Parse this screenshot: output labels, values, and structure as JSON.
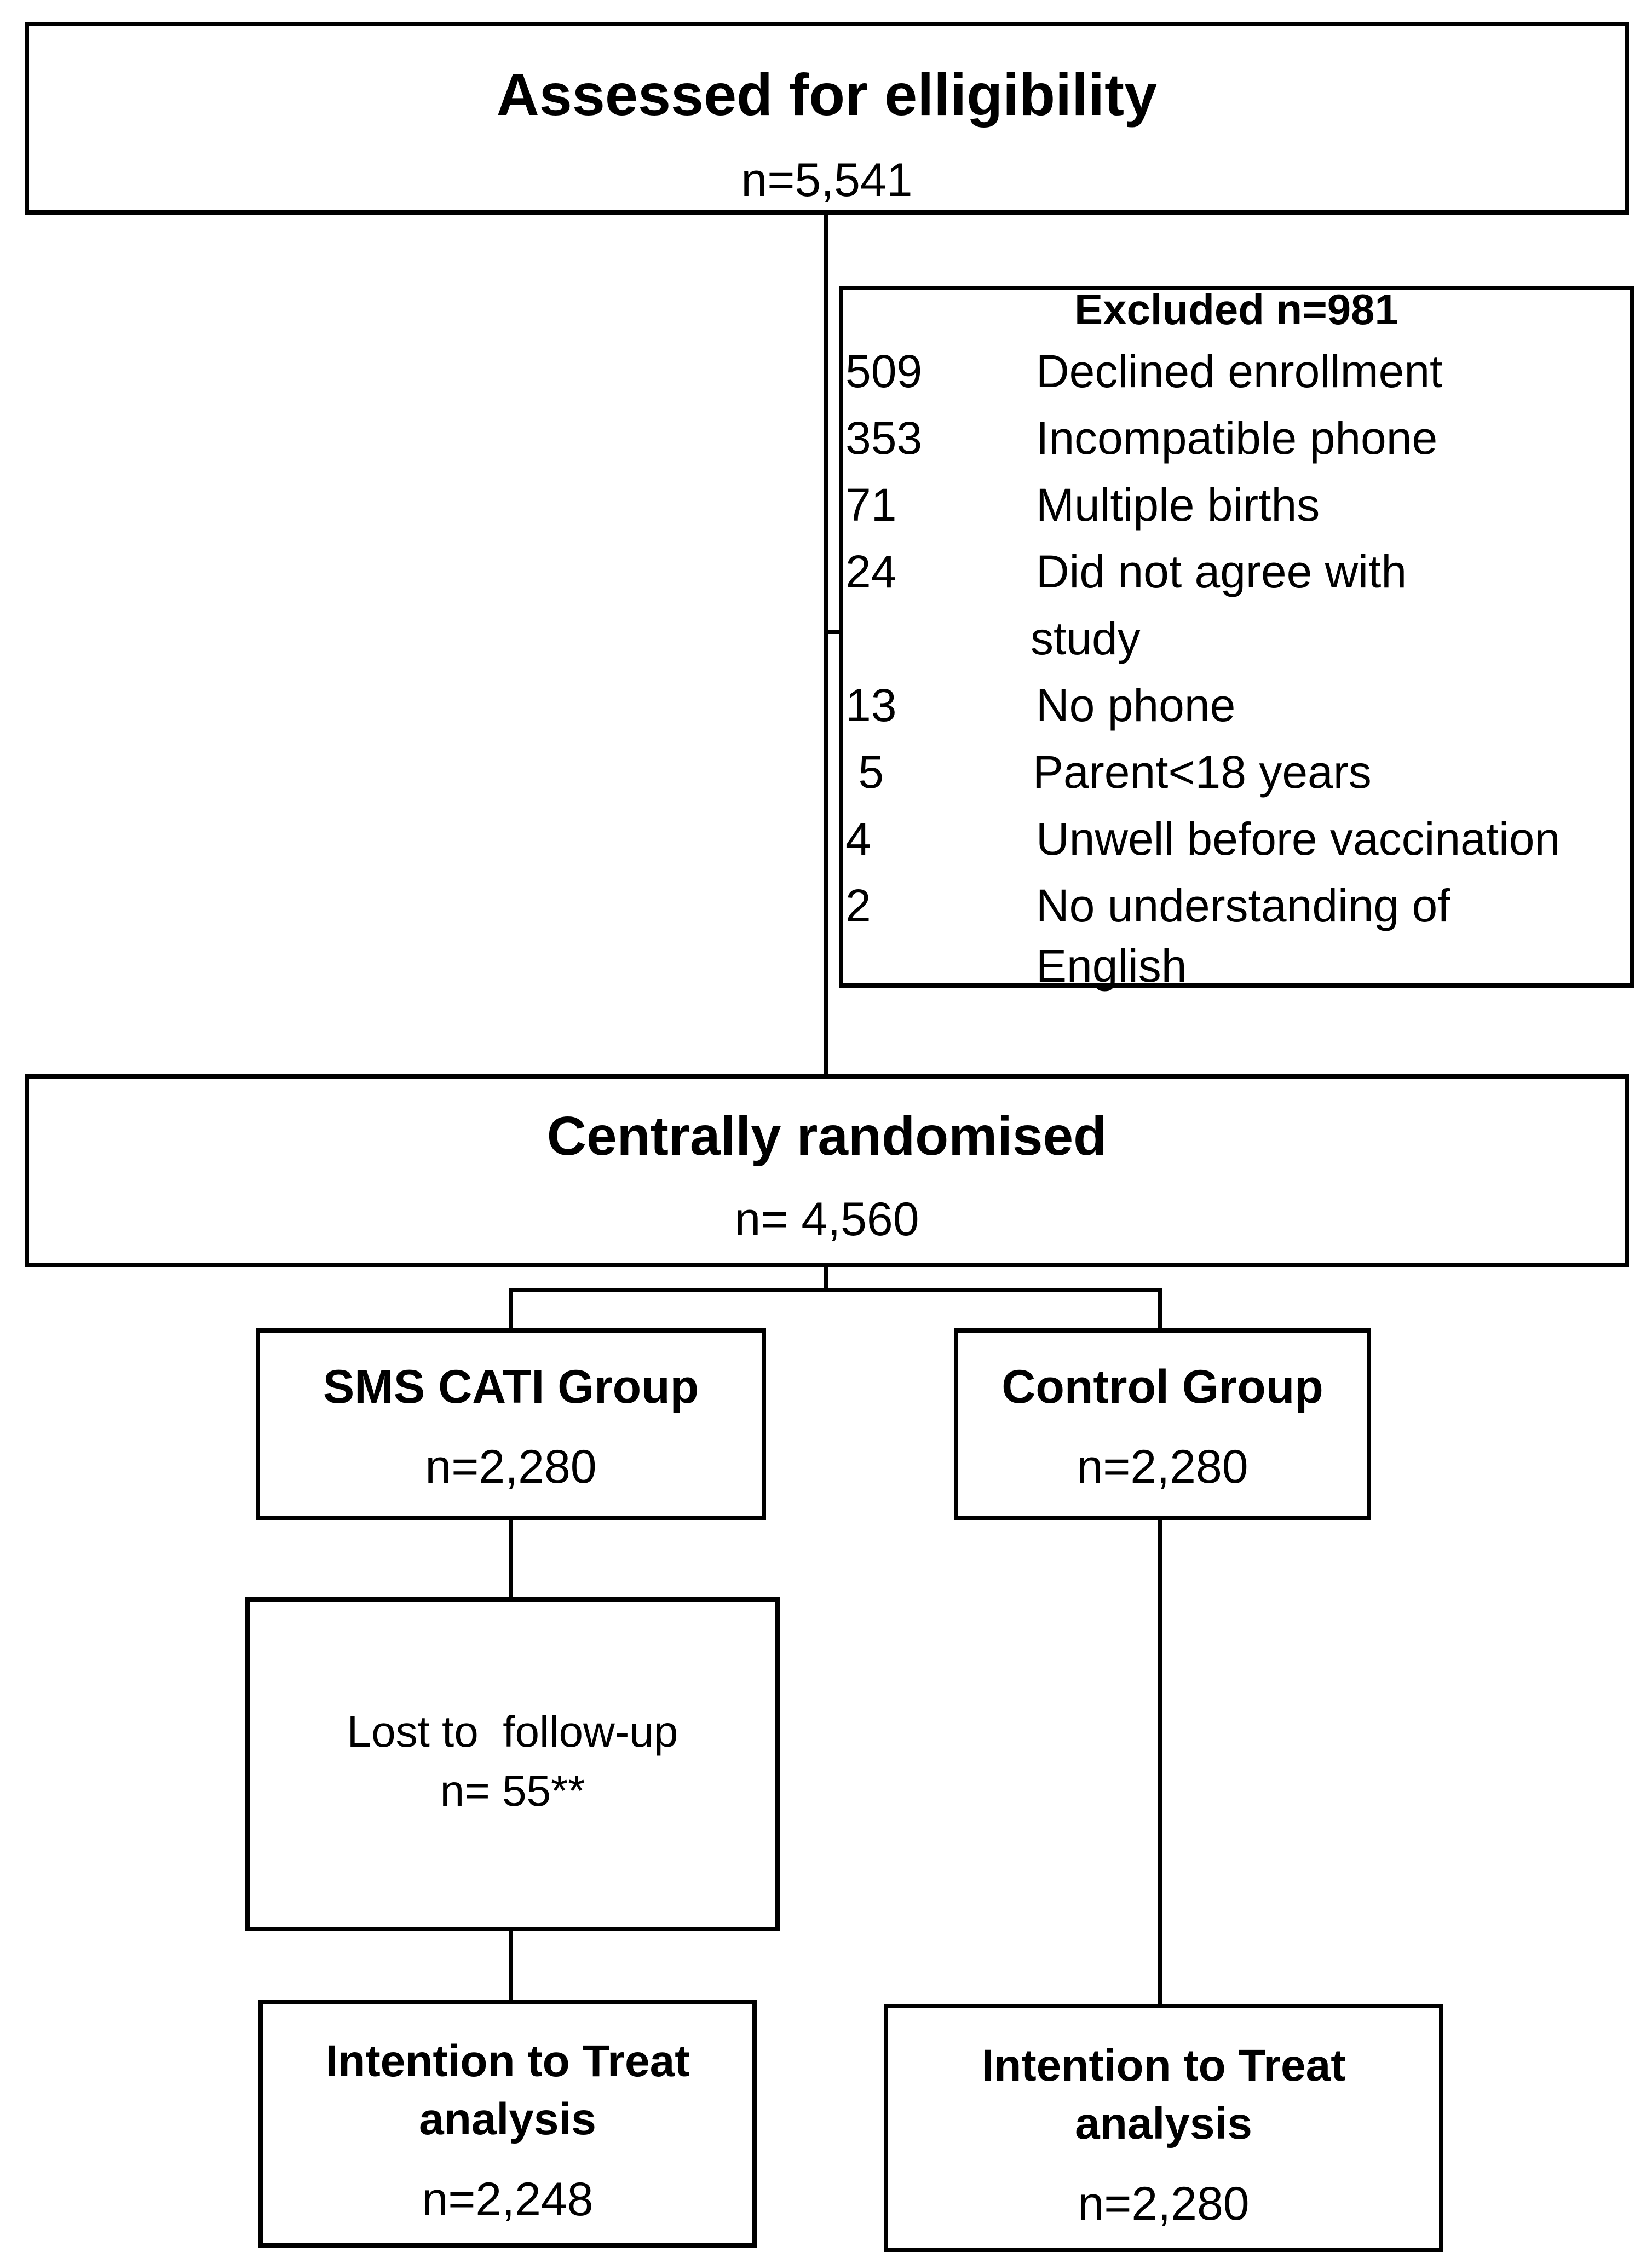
{
  "assessed": {
    "title": "Assessed for elligibility",
    "count": "n=5,541"
  },
  "excluded": {
    "title": "Excluded n=981",
    "rows": [
      {
        "num": "509",
        "reason": "Declined enrollment",
        "reason_cont": ""
      },
      {
        "num": "353",
        "reason": "Incompatible phone",
        "reason_cont": ""
      },
      {
        "num": "71",
        "reason": "Multiple births",
        "reason_cont": ""
      },
      {
        "num": "24",
        "reason": "Did not agree with",
        "reason_cont": "study"
      },
      {
        "num": "13",
        "reason": "No phone",
        "reason_cont": ""
      },
      {
        "num": " 5",
        "reason": "Parent<18 years",
        "reason_cont": ""
      },
      {
        "num": "4",
        "reason": "Unwell before vaccination",
        "reason_cont": ""
      },
      {
        "num": "2",
        "reason": "No understanding of",
        "reason_cont": "English"
      }
    ]
  },
  "randomised": {
    "title": "Centrally randomised",
    "count": "n= 4,560"
  },
  "sms_group": {
    "title": "SMS CATI Group",
    "count": "n=2,280"
  },
  "control_group": {
    "title": "Control Group",
    "count": "n=2,280"
  },
  "lost_followup": {
    "label": "Lost to  follow-up",
    "count": "n= 55**"
  },
  "itt_sms": {
    "title": "Intention to Treat analysis",
    "count": "n=2,248"
  },
  "itt_control": {
    "title": "Intention to Treat analysis",
    "count": "n=2,280"
  }
}
